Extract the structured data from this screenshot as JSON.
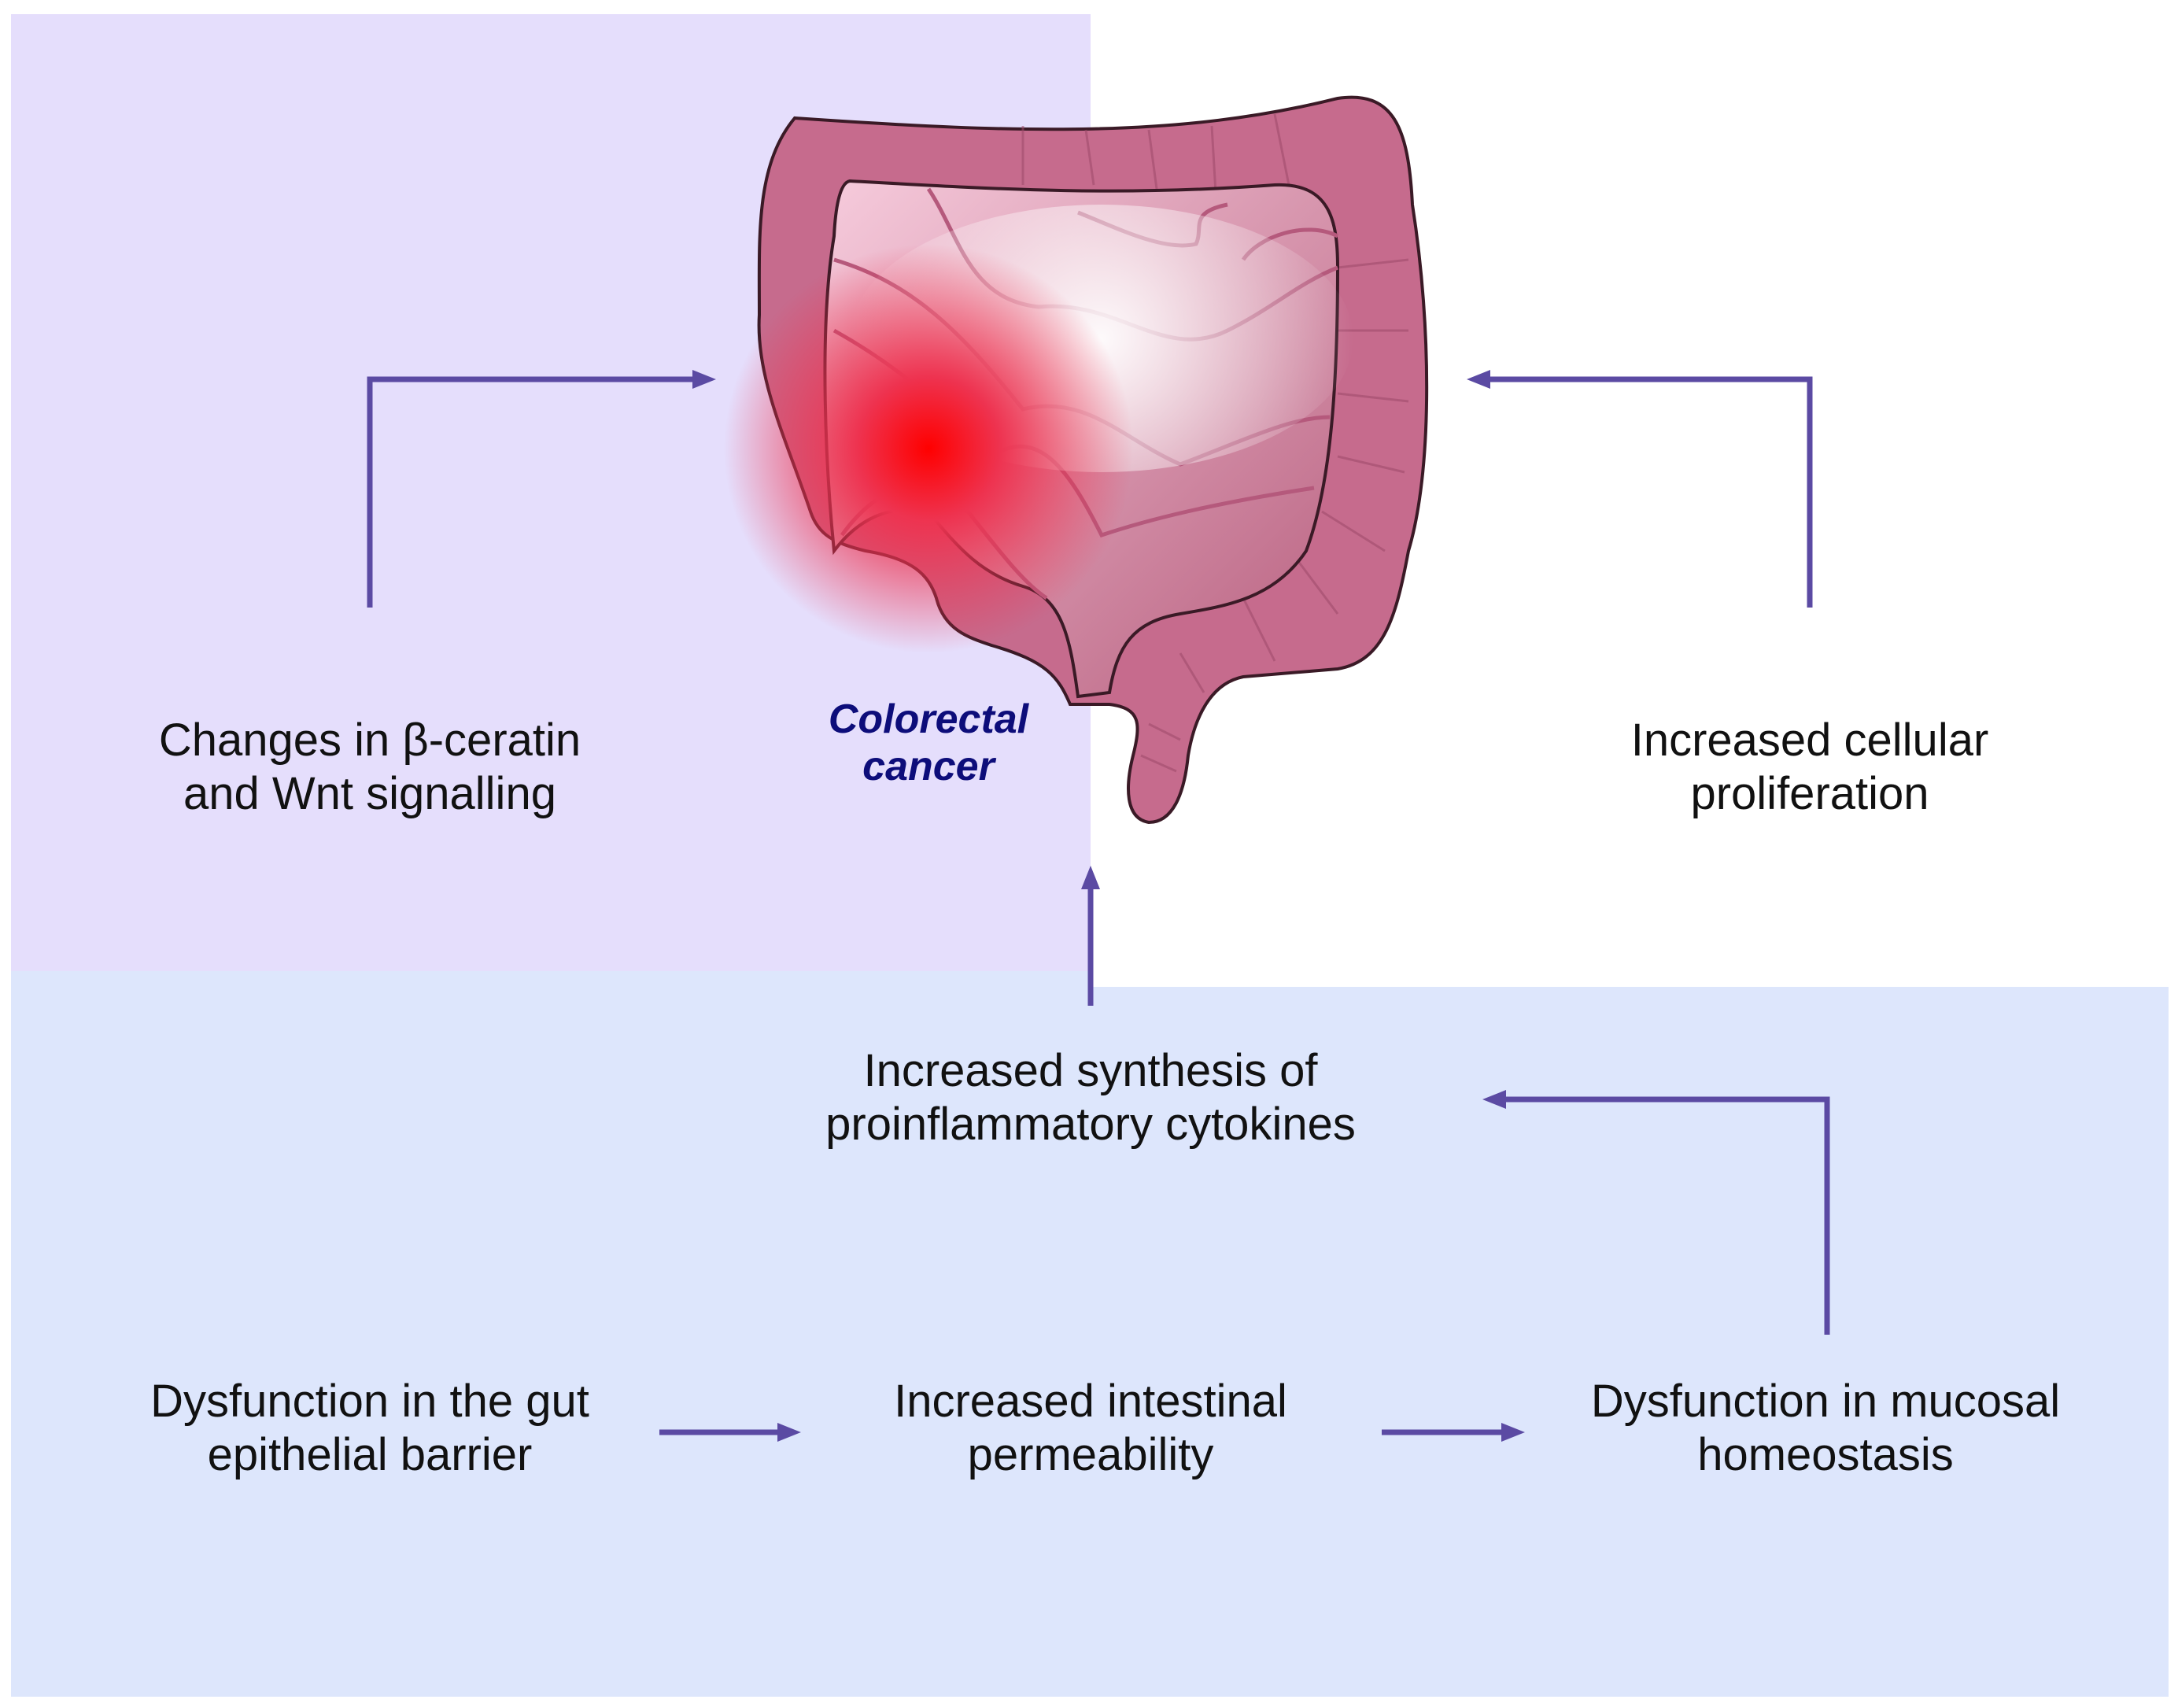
{
  "colors": {
    "top_region": "#e5defc",
    "bottom_region": "#dde6fc",
    "arrow": "#5b4aa3",
    "cancer_label": "#0d0d7a",
    "colon_outer": "#c66b8d",
    "colon_inner": "#f2b8cf",
    "tumor": "#ff0000"
  },
  "icons": {
    "colon": "colon-illustration-icon"
  },
  "labels": {
    "beta_catenin": "Changes in β-ceratin\nand Wnt signalling",
    "proliferation": "Increased cellular\nproliferation",
    "cytokines": "Increased synthesis of\nproinflammatory cytokines",
    "barrier": "Dysfunction in the gut\nepithelial barrier",
    "permeability": "Increased intestinal\npermeability",
    "homeostasis": "Dysfunction in mucosal\nhomeostasis",
    "cancer": "Colorectal\ncancer"
  }
}
